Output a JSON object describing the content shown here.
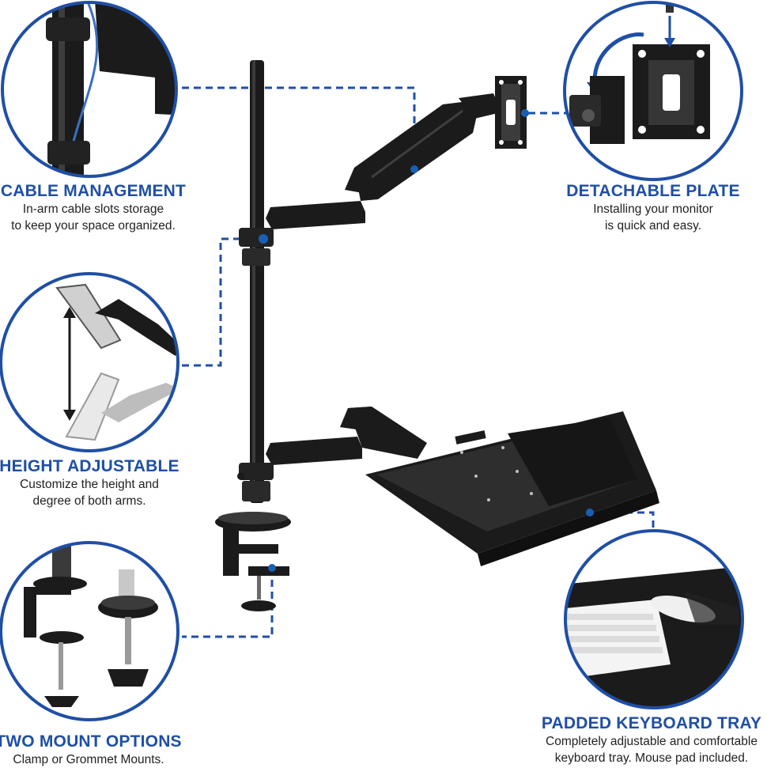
{
  "colors": {
    "accent": "#1f4fa6",
    "dot": "#1a5fb4",
    "text": "#222222",
    "product": "#1b1b1b"
  },
  "features": {
    "cable": {
      "title": "CABLE MANAGEMENT",
      "line1": "In-arm cable slots storage",
      "line2": "to keep your space organized."
    },
    "plate": {
      "title": "DETACHABLE PLATE",
      "line1": "Installing your monitor",
      "line2": "is quick and easy."
    },
    "height": {
      "title": "HEIGHT ADJUSTABLE",
      "line1": "Customize the height and",
      "line2": "degree of both arms."
    },
    "mount": {
      "title": "TWO MOUNT OPTIONS",
      "line1": "Clamp or Grommet Mounts."
    },
    "tray": {
      "title": "PADDED KEYBOARD TRAY",
      "line1": "Completely adjustable and comfortable",
      "line2": "keyboard tray. Mouse pad included."
    }
  }
}
